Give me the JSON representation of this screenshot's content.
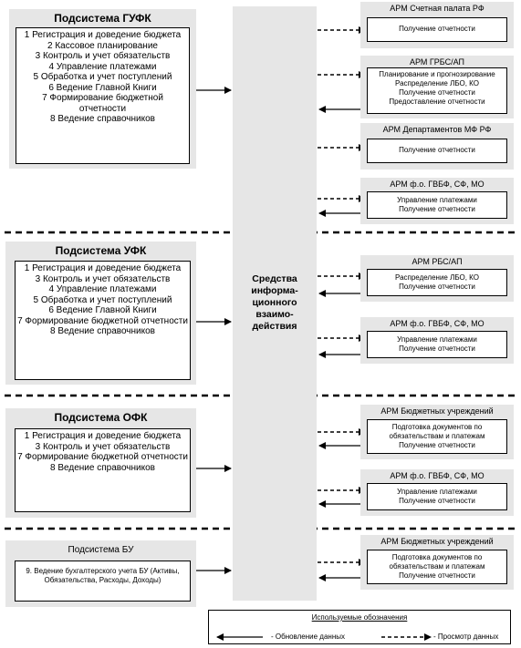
{
  "gufk": {
    "title": "Подсистема ГУФК",
    "items": [
      "1 Регистрация и доведение бюджета",
      "2 Кассовое планирование",
      "3 Контроль и учет обязательств",
      "4 Управление платежами",
      "5 Обработка и учет поступлений",
      "6 Ведение Главной Книги",
      "7 Формирование бюджетной отчетности",
      "8 Ведение справочников"
    ]
  },
  "ufk": {
    "title": "Подсистема УФК",
    "items": [
      "1 Регистрация и доведение бюджета",
      "3 Контроль и учет обязательств",
      "4 Управление платежами",
      "5 Обработка и учет поступлений",
      "6 Ведение Главной Книги",
      "7 Формирование бюджетной отчетности",
      "8 Ведение справочников"
    ]
  },
  "ofk": {
    "title": "Подсистема ОФК",
    "items": [
      "1 Регистрация и доведение бюджета",
      "3 Контроль и учет обязательств",
      "7 Формирование бюджетной отчетности",
      "8 Ведение справочников"
    ]
  },
  "bu": {
    "title": "Подсистема БУ",
    "items": [
      "9. Ведение бухгалтерского учета БУ (Активы, Обязательства, Расходы, Доходы)"
    ]
  },
  "middle": {
    "label": "Средства информа-ционного взаимо-действия"
  },
  "arms": [
    {
      "title": "АРМ Счетная палата РФ",
      "items": [
        "Получение отчетности"
      ]
    },
    {
      "title": "АРМ ГРБС/АП",
      "items": [
        "Планирование и прогнозирование",
        "Распределение ЛБО, КО",
        "Получение отчетности",
        "Предоставление отчетности"
      ]
    },
    {
      "title": "АРМ Департаментов МФ РФ",
      "items": [
        "Получение отчетности"
      ]
    },
    {
      "title": "АРМ ф.о. ГВБФ, СФ, МО",
      "items": [
        "Управление платежами",
        "Получение отчетности"
      ]
    },
    {
      "title": "АРМ РБС/АП",
      "items": [
        "Распределение ЛБО, КО",
        "Получение отчетности"
      ]
    },
    {
      "title": "АРМ ф.о. ГВБФ, СФ, МО",
      "items": [
        "Управление платежами",
        "Получение отчетности"
      ]
    },
    {
      "title": "АРМ Бюджетных учреждений",
      "items": [
        "Подготовка документов по обязательствам и платежам",
        "Получение отчетности"
      ]
    },
    {
      "title": "АРМ ф.о. ГВБФ, СФ, МО",
      "items": [
        "Управление платежами",
        "Получение отчетности"
      ]
    },
    {
      "title": "АРМ Бюджетных учреждений",
      "items": [
        "Подготовка документов по обязательствам и платежам",
        "Получение отчетности"
      ]
    }
  ],
  "legend": {
    "title": "Используемые обозначения",
    "update": "- Обновление данных",
    "view": "- Просмотр данных"
  }
}
